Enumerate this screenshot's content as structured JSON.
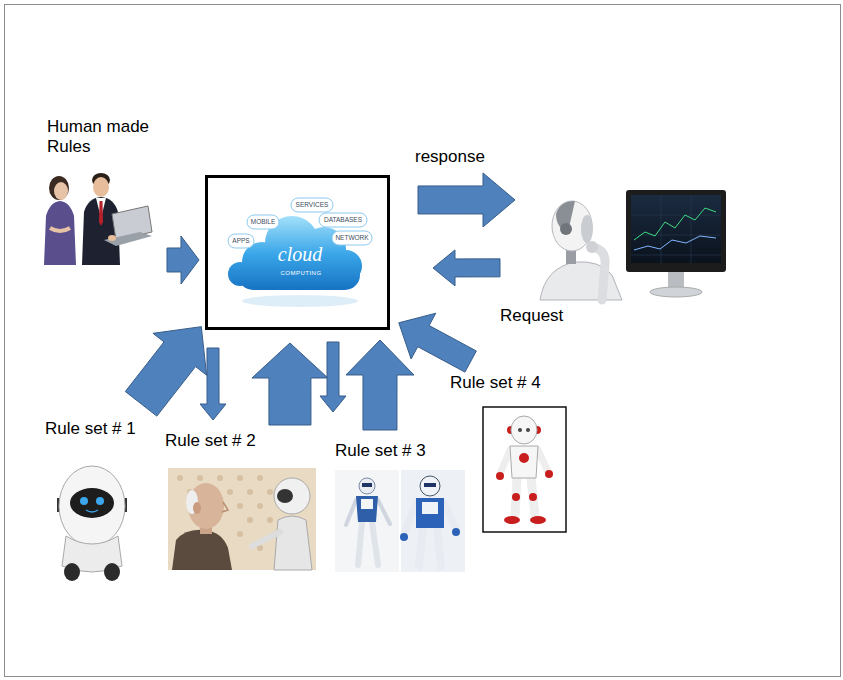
{
  "diagram": {
    "nodes": [
      {
        "text": [
          "Human made Rules"
        ]
      },
      {
        "text": [
          "SERVICES",
          "MOBILE",
          "DATABASES",
          "APPS",
          "NETWORK",
          "cloud",
          "COMPUTING"
        ]
      },
      {
        "text": []
      },
      {
        "text": [
          "Rule set # 1"
        ]
      },
      {
        "text": [
          "Rule set # 2"
        ]
      },
      {
        "text": [
          "Rule set # 3"
        ]
      },
      {
        "text": [
          "Rule set # 4"
        ]
      }
    ],
    "edges": [
      {
        "from": 0,
        "to": 1,
        "arrow": "to"
      },
      {
        "from": 1,
        "to": 2,
        "label": "response",
        "arrow": "to"
      },
      {
        "from": 2,
        "to": 1,
        "label": "Request",
        "arrow": "to"
      },
      {
        "from": 3,
        "to": 1,
        "arrow": "to"
      },
      {
        "from": 1,
        "to": 4,
        "arrow": "to"
      },
      {
        "from": 4,
        "to": 1,
        "arrow": "to"
      },
      {
        "from": 1,
        "to": 5,
        "arrow": "to"
      },
      {
        "from": 5,
        "to": 1,
        "arrow": "to"
      },
      {
        "from": 6,
        "to": 1,
        "arrow": "to"
      }
    ]
  }
}
